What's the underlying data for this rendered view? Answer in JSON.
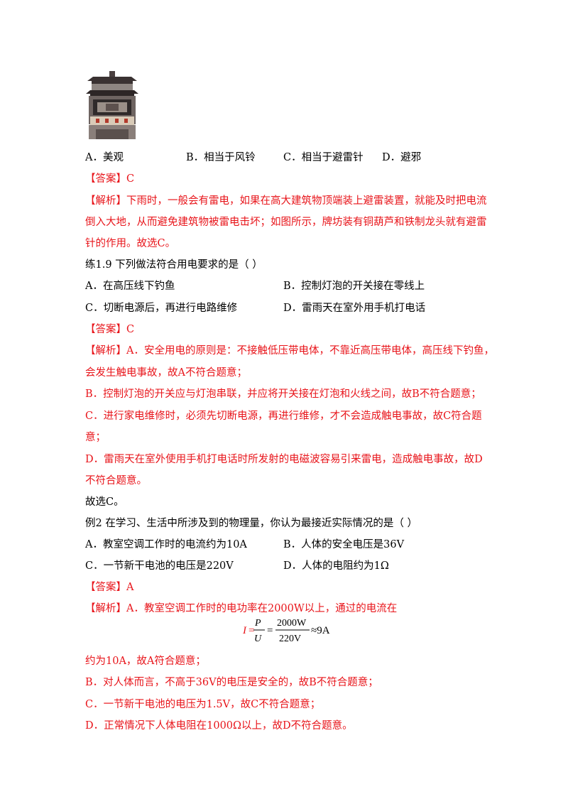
{
  "q_prev": {
    "options": [
      "A．美观",
      "B．相当于风铃",
      "C．相当于避雷针",
      "D．避邪"
    ],
    "answer": "【答案】C",
    "analysis": [
      "【解析】下雨时，一般会有雷电，如果在高大建筑物顶端装上避雷装置，就能及时把电流",
      "倒入大地，从而避免建筑物被雷电击坏；如图所示，牌坊装有铜葫芦和铁制龙头就有避雷",
      "针的作用。故选C。"
    ]
  },
  "q19": {
    "stem": "练1.9    下列做法符合用电要求的是（        ）",
    "options": [
      "A．在高压线下钓鱼",
      "B．控制灯泡的开关接在零线上",
      "C．切断电源后，再进行电路维修",
      "D．雷雨天在室外用手机打电话"
    ],
    "answer": "【答案】C",
    "analysis": [
      "【解析】A．安全用电的原则是：不接触低压带电体，不靠近高压带电体，高压线下钓鱼，",
      "会发生触电事故，故A不符合题意；",
      "B．控制灯泡的开关应与灯泡串联，并应将开关接在灯泡和火线之间，故B不符合题意；",
      "C．进行家电维修时，必须先切断电源，再进行维修，才不会造成触电事故，故C符合题",
      "意；",
      "D．雷雨天在室外使用手机打电话时所发射的电磁波容易引来雷电，造成触电事故，故D",
      "不符合题意。",
      "故选C。"
    ]
  },
  "ex2": {
    "stem": "例2    在学习、生活中所涉及到的物理量，你认为最接近实际情况的是（        ）",
    "options": [
      "A．教室空调工作时的电流约为10A",
      "B．人体的安全电压是36V",
      "C．一节新干电池的电压是220V",
      "D．人体的电阻约为1Ω"
    ],
    "answer": "【答案】A",
    "analysis_top": "【解析】A．教室空调工作时的电功率在2000W以上，通过的电流在",
    "formula": {
      "lhs": "I",
      "eq": "=",
      "num1": "P",
      "den1": "U",
      "num2": "2000W",
      "den2": "220V",
      "result": "≈9A"
    },
    "analysis_rest": [
      "约为10A，故A符合题意；",
      "B．对人体而言，不高于36V的电压是安全的，故B不符合题意；",
      "C．一节新干电池的电压为1.5V，故C不符合题意；",
      "D．正常情况下人体电阻在1000Ω以上，故D不符合题意。"
    ]
  },
  "colors": {
    "answer_red": "#e8141a",
    "text_black": "#000000"
  }
}
